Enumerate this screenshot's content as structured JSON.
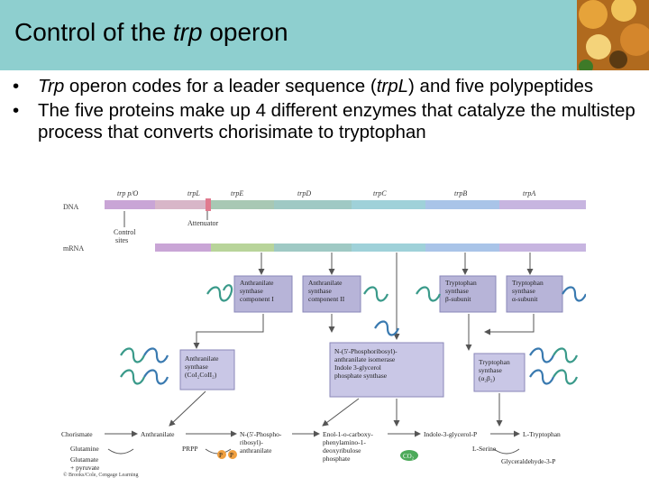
{
  "title": {
    "pre": "Control of the ",
    "italic": "trp",
    "post": " operon"
  },
  "bullets": [
    {
      "parts": [
        {
          "t": "Trp",
          "i": true
        },
        {
          "t": " operon codes for a leader sequence (",
          "i": false
        },
        {
          "t": "trpL",
          "i": true
        },
        {
          "t": ") and five polypeptides",
          "i": false
        }
      ]
    },
    {
      "parts": [
        {
          "t": "The five proteins make up 4 different enzymes that catalyze the multistep process that converts chorisimate to tryptophan",
          "i": false
        }
      ]
    }
  ],
  "figure": {
    "gene_labels": [
      "trp p/O",
      "trpL",
      "trpE",
      "trpD",
      "trpC",
      "trpB",
      "trpA"
    ],
    "dna_label": "DNA",
    "mrna_label": "mRNA",
    "attenuator_label": "Attenuator",
    "control_sites_label": [
      "Control",
      "sites"
    ],
    "proteins": [
      {
        "lines": [
          "Anthranilate",
          "synthase",
          "component I"
        ]
      },
      {
        "lines": [
          "Anthranilate",
          "synthase",
          "component II"
        ]
      },
      {
        "lines": [
          "Tryptophan",
          "synthase",
          "β-subunit"
        ]
      },
      {
        "lines": [
          "Tryptophan",
          "synthase",
          "α-subunit"
        ]
      }
    ],
    "enzymes": [
      {
        "lines": [
          "Anthranilate",
          "synthase",
          "(CoI₂CoII₂)"
        ]
      },
      {
        "lines": [
          "N-(5'-Phosphoribosyl)-",
          "anthranilate isomerase",
          "",
          "Indole 3-glycerol",
          "phosphate synthase"
        ]
      },
      {
        "lines": [
          "Tryptophan",
          "synthase",
          "(α₂β₂)"
        ]
      }
    ],
    "pathway": [
      {
        "lines": [
          "Chorismate"
        ]
      },
      {
        "lines": [
          "Anthranilate"
        ]
      },
      {
        "lines": [
          "N-(5'-Phospho-",
          "ribosyl)-",
          "anthranilate"
        ]
      },
      {
        "lines": [
          "Enol-1-o-carboxy-",
          "phenylamino-1-",
          "deoxyribulose",
          "phosphate"
        ]
      },
      {
        "lines": [
          "Indole-3-glycerol-P"
        ]
      },
      {
        "lines": [
          "L-Tryptophan"
        ]
      }
    ],
    "side_labels": {
      "glutamine": "Glutamine",
      "glutamate": "Glutamate",
      "pyruvate": "+ pyruvate",
      "prpp": "PRPP",
      "pp": "P",
      "co2": "CO₂",
      "serine": "L-Serine",
      "glyceraldehyde": "Glyceraldehyde-3-P"
    },
    "copyright": "© Brooks/Cole, Cengage Learning",
    "colors": {
      "title_bar": "#8ecfcf",
      "gene_segments": [
        "#c9a5d6",
        "#e07a8f",
        "#f2c89a",
        "#b8d49a",
        "#9fd1d9",
        "#a9c4e8",
        "#c7b5e0"
      ],
      "protein_box": "#b7b4d8",
      "enzyme_box": "#c9c7e6",
      "coil": "#3a9a8a",
      "arrow": "#555555"
    }
  }
}
